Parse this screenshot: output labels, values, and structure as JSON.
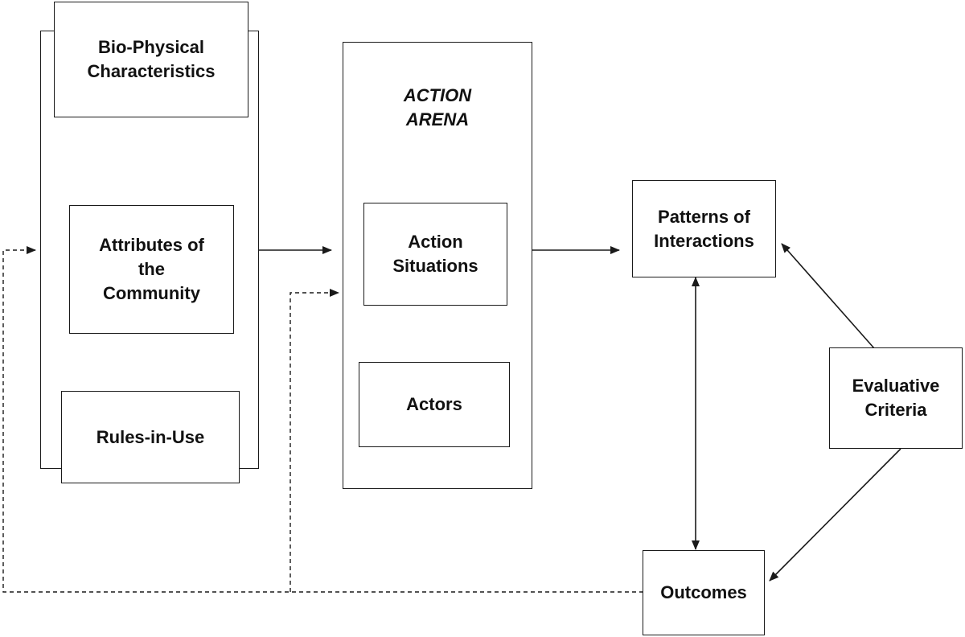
{
  "diagram": {
    "context_panel": {
      "biophysical": "Bio-Physical\nCharacteristics",
      "community": "Attributes of\nthe\nCommunity",
      "rules": "Rules-in-Use"
    },
    "action_arena": {
      "title": "ACTION\nARENA",
      "situations": "Action\nSituations",
      "actors": "Actors"
    },
    "patterns": "Patterns of\nInteractions",
    "evaluative": "Evaluative\nCriteria",
    "outcomes": "Outcomes"
  }
}
